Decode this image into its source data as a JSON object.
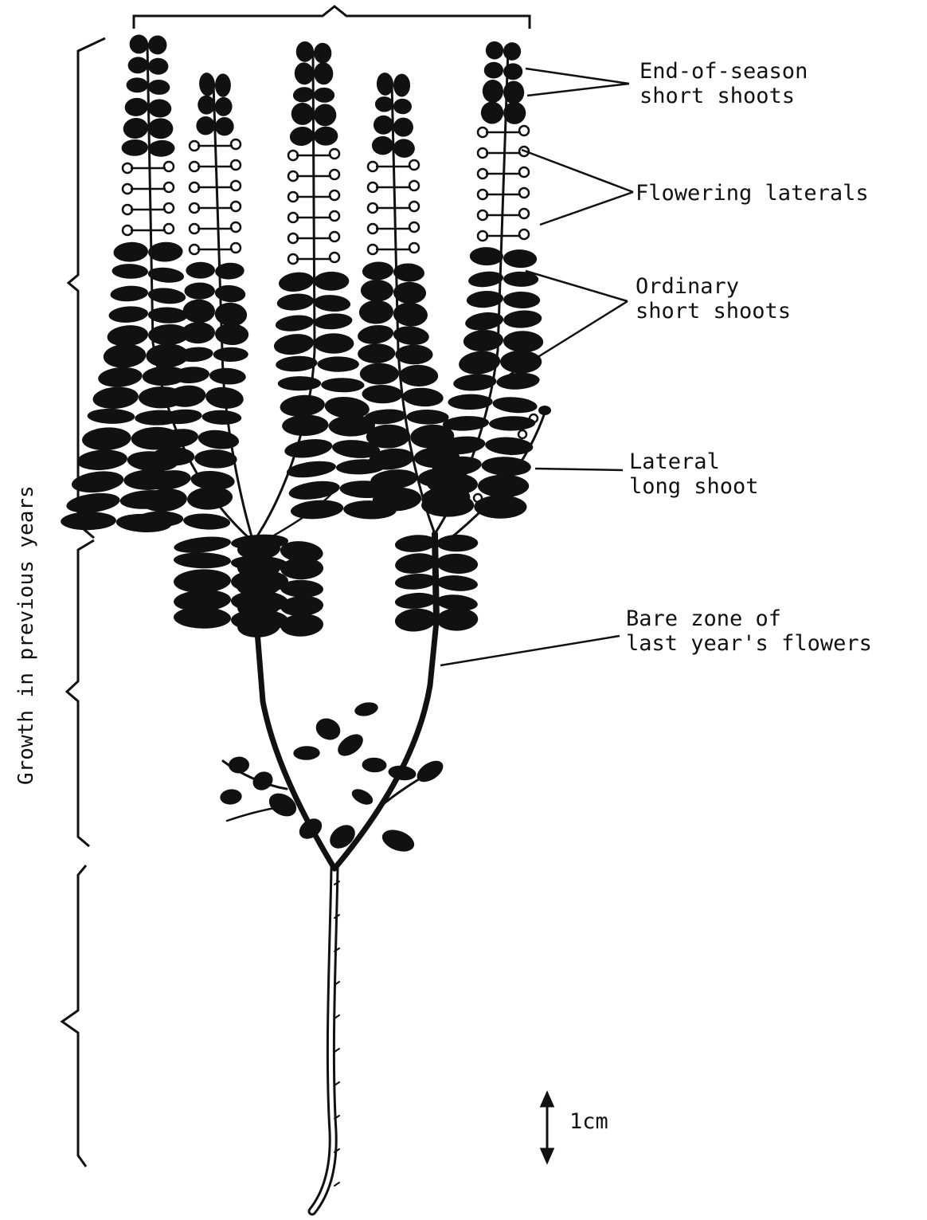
{
  "labels": {
    "end_of_season": [
      "End-of-season",
      "short shoots"
    ],
    "flowering_laterals": [
      "Flowering laterals"
    ],
    "ordinary_short": [
      "Ordinary",
      "short shoots"
    ],
    "lateral_long": [
      "Lateral",
      "long shoot"
    ],
    "bare_zone": [
      "Bare zone of",
      "last year's flowers"
    ],
    "growth_years": "Growth in previous years",
    "scale": "1cm"
  },
  "colors": {
    "ink": "#111111",
    "paper": "#ffffff"
  }
}
